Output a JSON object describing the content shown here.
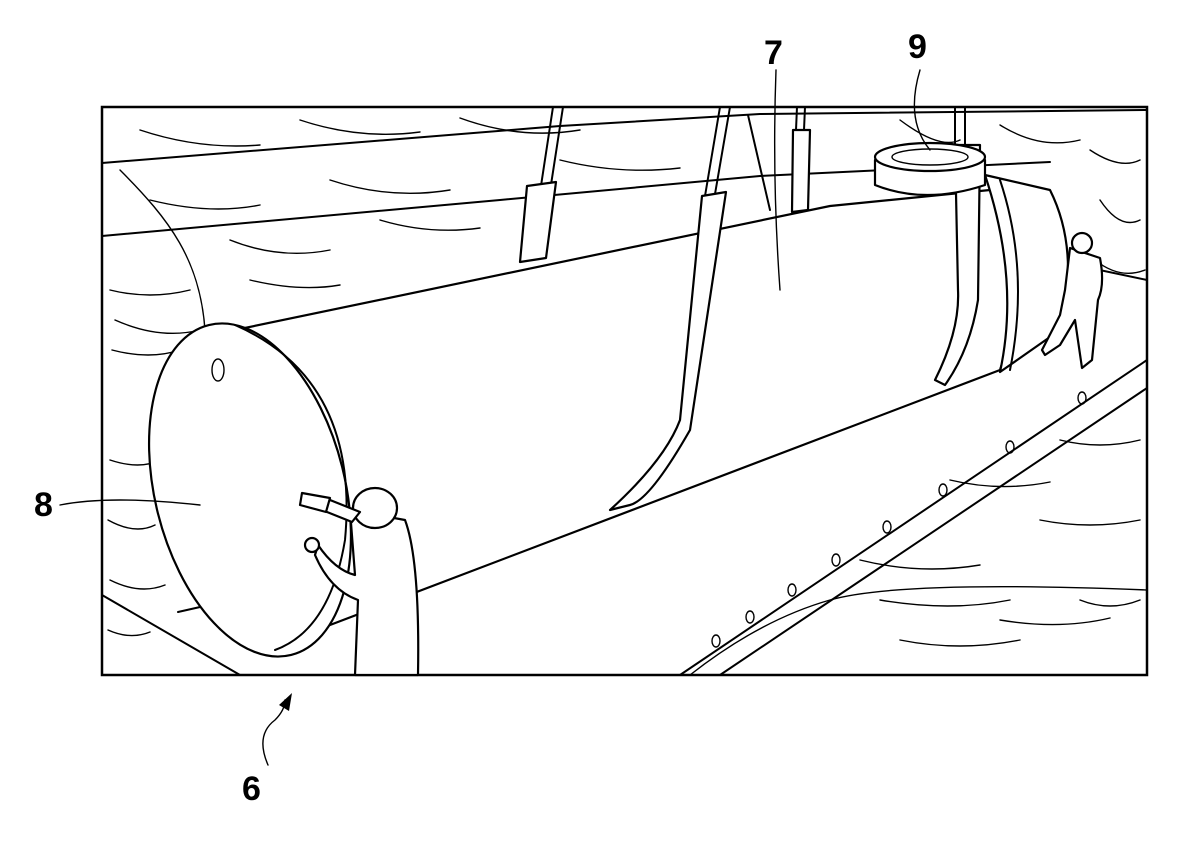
{
  "figure": {
    "labels": {
      "cylinder": "7",
      "end_cap": "8",
      "nozzle": "9",
      "assembly": "6"
    },
    "colors": {
      "ink": "#000000",
      "paper": "#ffffff"
    }
  }
}
